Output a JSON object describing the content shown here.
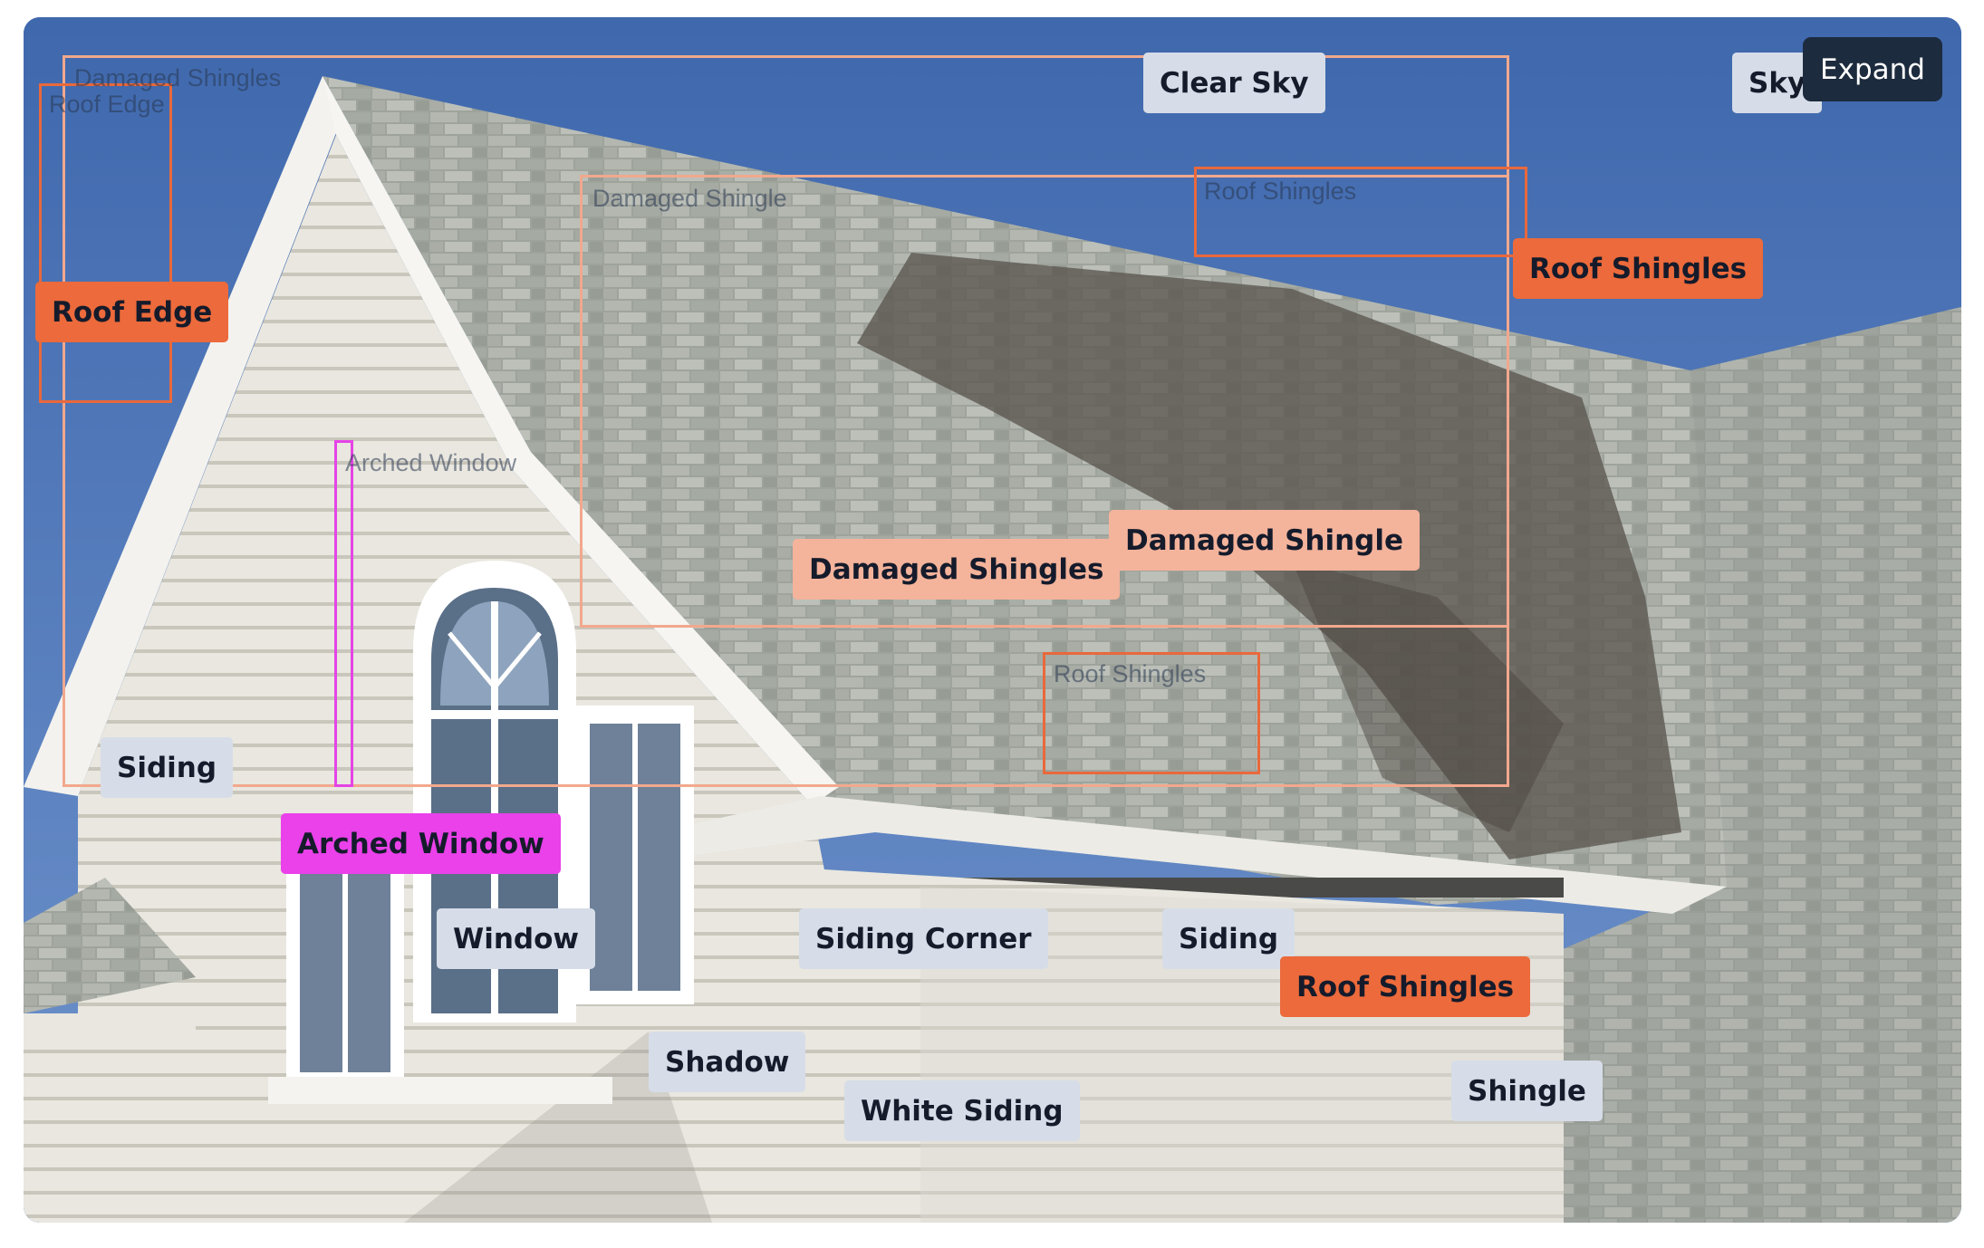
{
  "toolbar": {
    "expand_label": "Expand"
  },
  "colors": {
    "gray_tag": "#d6dde8",
    "orange_tag": "#ec6a3b",
    "peach_tag": "#f4b39b",
    "magenta_tag": "#ea41ea",
    "expand_button": "#1d2b3e",
    "sky": "#4a6fb0"
  },
  "annotations": [
    {
      "id": "damaged-shingles-large",
      "label": "Damaged Shingles",
      "style": "peach"
    },
    {
      "id": "roof-edge",
      "label": "Roof Edge",
      "style": "orange"
    },
    {
      "id": "damaged-shingle",
      "label": "Damaged Shingle",
      "style": "peach"
    },
    {
      "id": "roof-shingles-top",
      "label": "Roof Shingles",
      "style": "orange"
    },
    {
      "id": "arched-window",
      "label": "Arched Window",
      "style": "magenta"
    },
    {
      "id": "roof-shingles-mid",
      "label": "Roof Shingles",
      "style": "orange"
    },
    {
      "id": "clear-sky",
      "label": "Clear Sky",
      "style": "gray"
    },
    {
      "id": "sky",
      "label": "Sky",
      "style": "gray"
    },
    {
      "id": "siding-left",
      "label": "Siding",
      "style": "gray"
    },
    {
      "id": "window",
      "label": "Window",
      "style": "gray"
    },
    {
      "id": "siding-corner",
      "label": "Siding Corner",
      "style": "gray"
    },
    {
      "id": "siding-right",
      "label": "Siding",
      "style": "gray"
    },
    {
      "id": "shadow",
      "label": "Shadow",
      "style": "gray"
    },
    {
      "id": "white-siding",
      "label": "White Siding",
      "style": "gray"
    },
    {
      "id": "shingle",
      "label": "Shingle",
      "style": "gray"
    }
  ]
}
